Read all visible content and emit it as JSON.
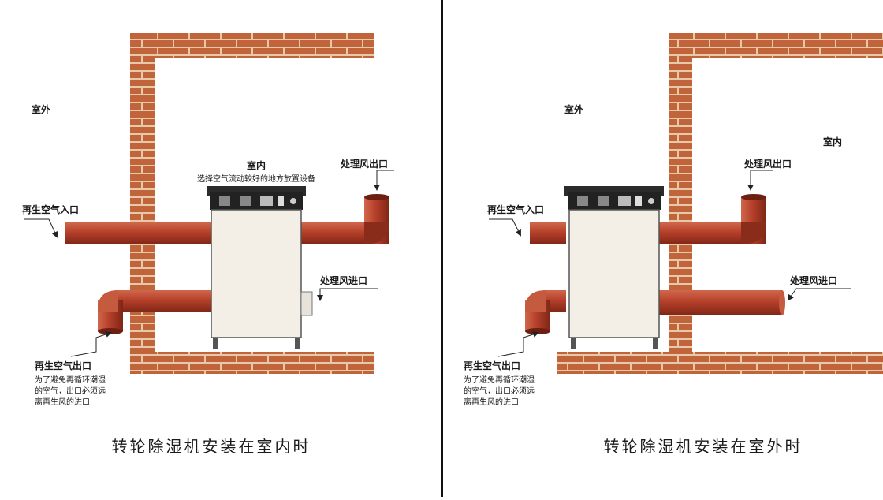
{
  "left_panel": {
    "outdoor": "室外",
    "indoor_title": "室内",
    "indoor_note": "选择空气流动较好的地方放置设备",
    "regen_air_inlet": "再生空气入口",
    "processed_air_outlet": "处理风出口",
    "processed_air_inlet": "处理风进口",
    "regen_air_outlet": "再生空气出口",
    "regen_note_line1": "为了避免再循环潮湿",
    "regen_note_line2": "的空气，出口必须远",
    "regen_note_line3": "离再生风的进口",
    "caption": "转轮除湿机安装在室内时"
  },
  "right_panel": {
    "outdoor": "室外",
    "indoor": "室内",
    "processed_air_outlet": "处理风出口",
    "regen_air_inlet": "再生空气入口",
    "processed_air_inlet": "处理风进口",
    "regen_air_outlet": "再生空气出口",
    "regen_note_line1": "为了避免再循环潮湿",
    "regen_note_line2": "的空气，出口必须远",
    "regen_note_line3": "离再生风的进口",
    "caption": "转轮除湿机安装在室外时"
  },
  "colors": {
    "brick": "#c1643c",
    "mortar": "#e6c9a6",
    "duct": "#b5402a",
    "unit_body": "#f4efe6",
    "unit_top": "#2b2b2b"
  }
}
